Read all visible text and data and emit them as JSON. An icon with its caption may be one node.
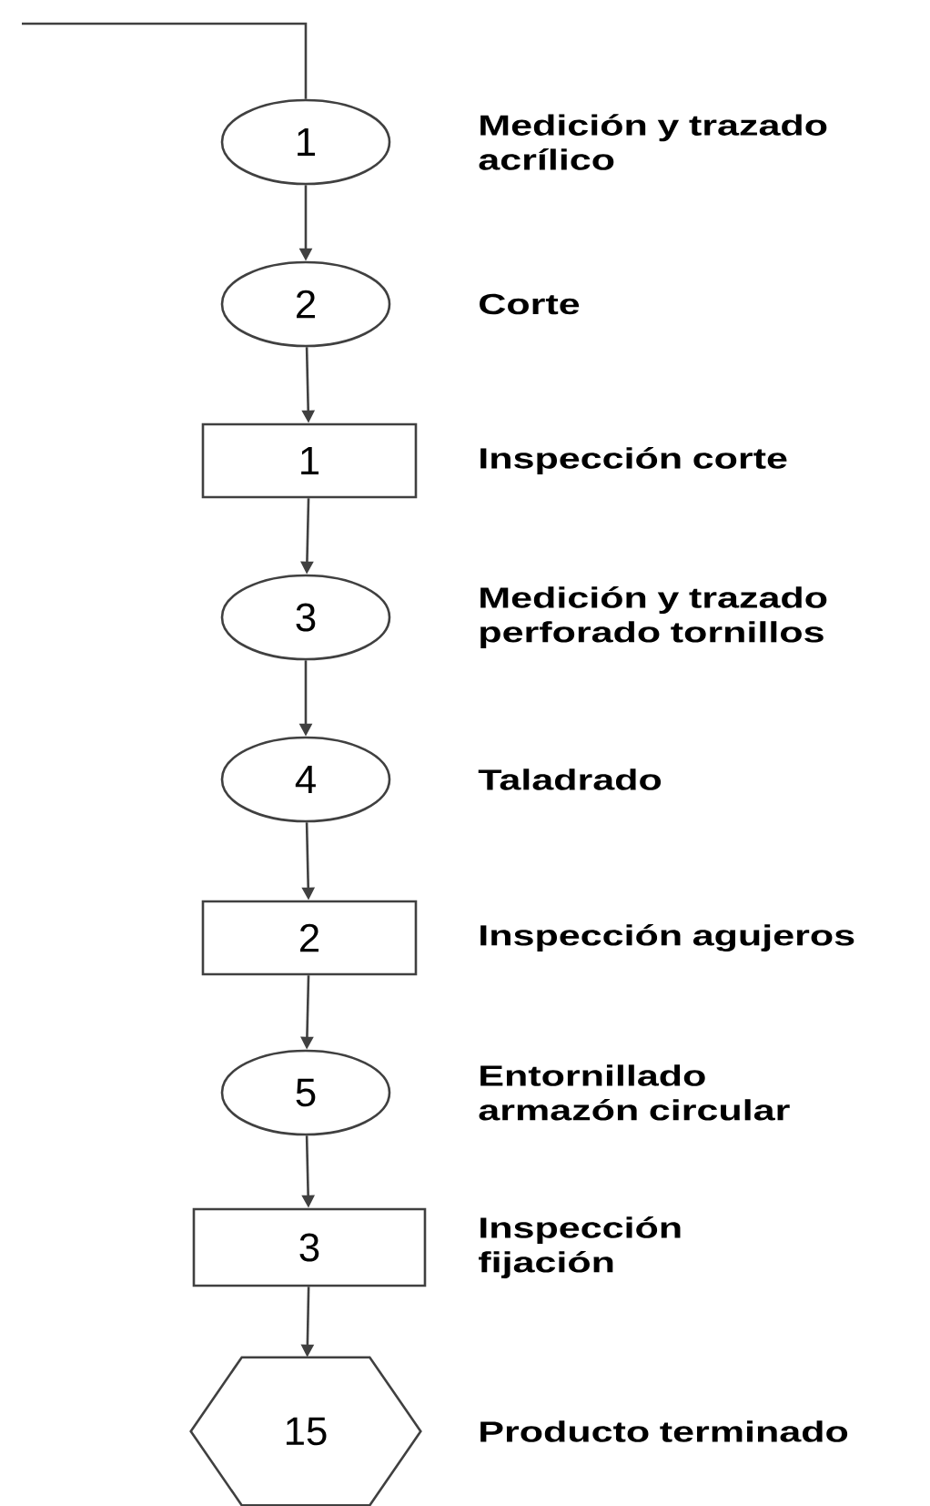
{
  "diagram": {
    "nodes": [
      {
        "text": [
          "1"
        ],
        "beside": [
          "Medición y trazado acrílico"
        ]
      },
      {
        "text": [
          "2"
        ],
        "beside": [
          "Corte"
        ]
      },
      {
        "text": [
          "1"
        ],
        "beside": [
          "Inspección corte"
        ]
      },
      {
        "text": [
          "3"
        ],
        "beside": [
          "Medición y trazado perforado tornillos"
        ]
      },
      {
        "text": [
          "4"
        ],
        "beside": [
          "Taladrado"
        ]
      },
      {
        "text": [
          "2"
        ],
        "beside": [
          "Inspección agujeros"
        ]
      },
      {
        "text": [
          "5"
        ],
        "beside": [
          "Entornillado armazón circular"
        ]
      },
      {
        "text": [
          "3"
        ],
        "beside": [
          "Inspección fijación"
        ]
      },
      {
        "text": [
          "15"
        ],
        "beside": [
          "Producto terminado"
        ]
      }
    ],
    "edges": [
      {
        "from": null,
        "to": 0,
        "arrow": "none"
      },
      {
        "from": 0,
        "to": 1,
        "arrow": "to"
      },
      {
        "from": 1,
        "to": 2,
        "arrow": "to"
      },
      {
        "from": 2,
        "to": 3,
        "arrow": "to"
      },
      {
        "from": 3,
        "to": 4,
        "arrow": "to"
      },
      {
        "from": 4,
        "to": 5,
        "arrow": "to"
      },
      {
        "from": 5,
        "to": 6,
        "arrow": "to"
      },
      {
        "from": 6,
        "to": 7,
        "arrow": "to"
      },
      {
        "from": 7,
        "to": 8,
        "arrow": "to"
      }
    ]
  }
}
